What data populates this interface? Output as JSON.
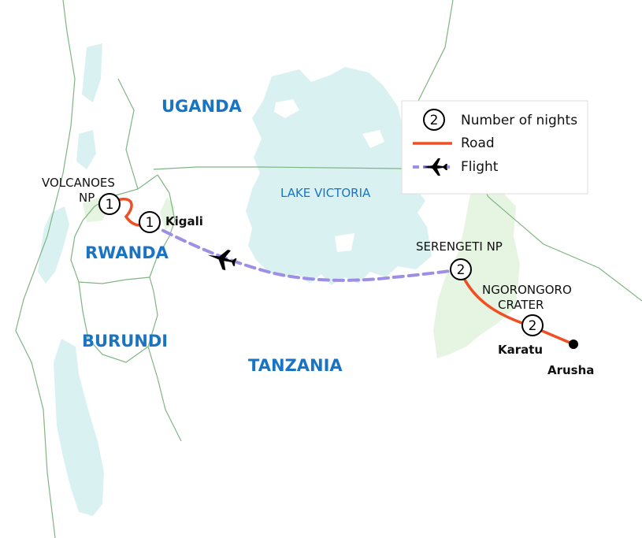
{
  "colors": {
    "border": "#7fb583",
    "water": "#daf1f2",
    "park": "#e6f4e2",
    "road": "#f04e23",
    "flight": "#9e8fe6",
    "country_label": "#1a74c4",
    "lake_label": "#1a74c4"
  },
  "countries": {
    "uganda": "UGANDA",
    "rwanda": "RWANDA",
    "burundi": "BURUNDI",
    "tanzania": "TANZANIA"
  },
  "lake": {
    "name": "LAKE VICTORIA"
  },
  "places": {
    "volcanoes_line1": "VOLCANOES",
    "volcanoes_line2": "NP",
    "kigali": "Kigali",
    "serengeti": "SERENGETI NP",
    "ngorongoro_line1": "NGORONGORO",
    "ngorongoro_line2": "CRATER",
    "karatu": "Karatu",
    "arusha": "Arusha"
  },
  "stops": {
    "volcanoes": "1",
    "kigali": "1",
    "serengeti": "2",
    "karatu": "2"
  },
  "legend": {
    "nights_label": "Number of nights",
    "nights_sample": "2",
    "road_label": "Road",
    "flight_label": "Flight",
    "plane_icon": "airplane-icon"
  }
}
